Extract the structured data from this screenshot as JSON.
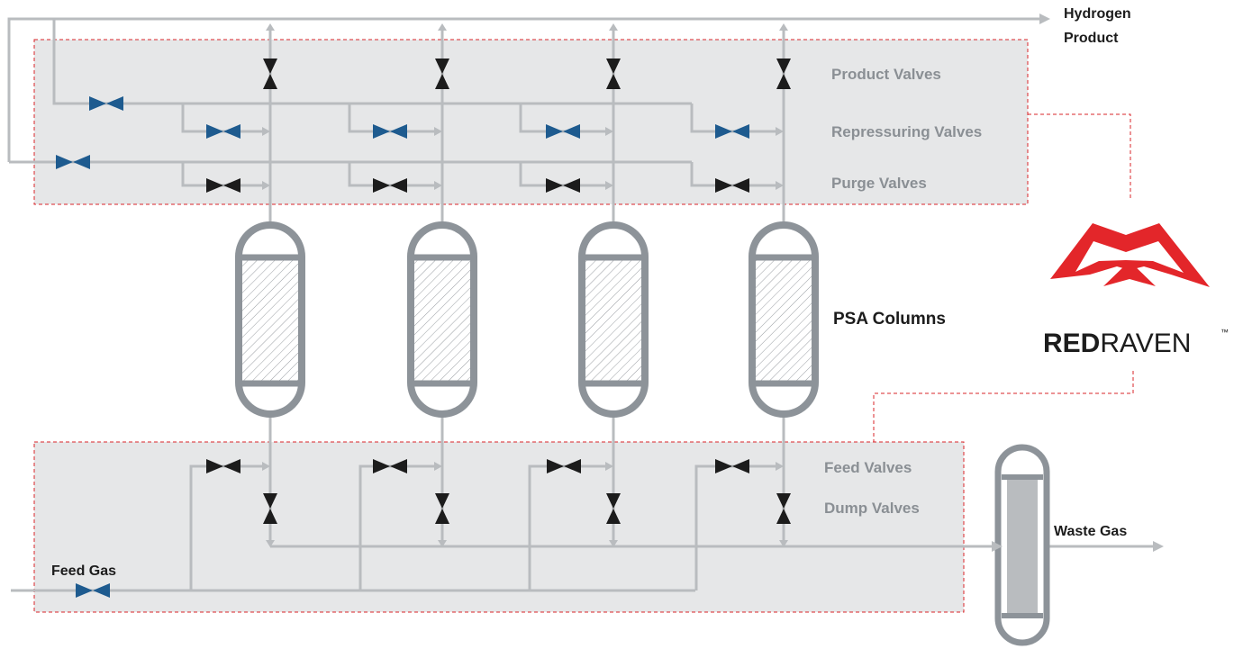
{
  "labels": {
    "hydrogen_product_1": "Hydrogen",
    "hydrogen_product_2": "Product",
    "product_valves": "Product Valves",
    "repressuring_valves": "Repressuring Valves",
    "purge_valves": "Purge Valves",
    "psa_columns": "PSA Columns",
    "feed_valves": "Feed Valves",
    "dump_valves": "Dump Valves",
    "waste_gas": "Waste Gas",
    "feed_gas": "Feed Gas"
  },
  "logo": {
    "word_bold": "RED",
    "word_light": "RAVEN",
    "trademark": "™"
  },
  "colors": {
    "pipe": "#b9bcbf",
    "panel_fill": "#e6e7e8",
    "panel_border": "#d9262a",
    "valve_blue": "#1e5b8f",
    "valve_black": "#1c1c1c",
    "column_steel": "#8d9399",
    "logo_red": "#e3262a"
  },
  "columns_count": 4
}
